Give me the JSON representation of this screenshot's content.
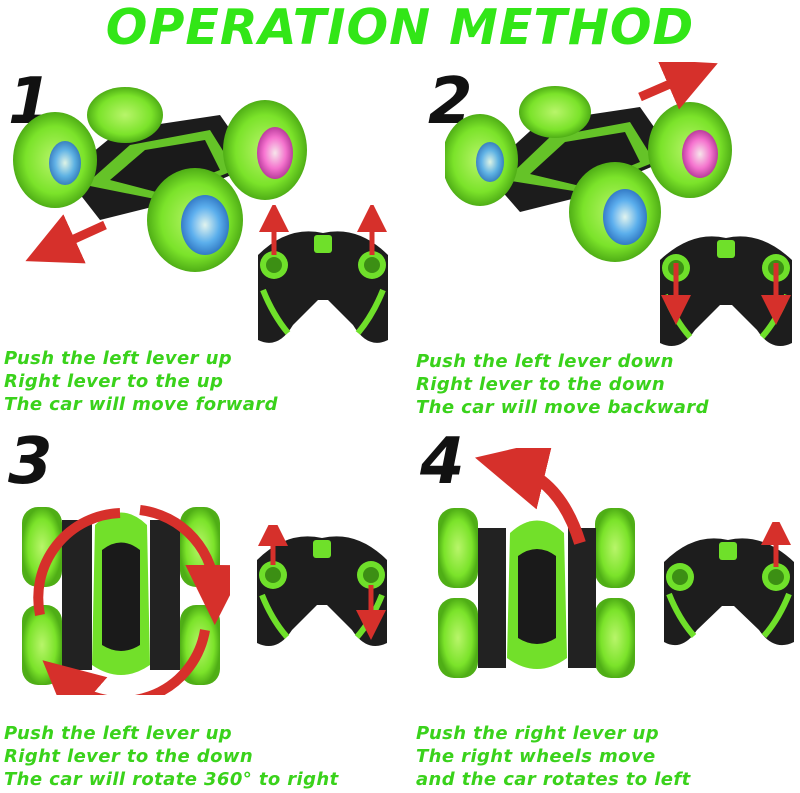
{
  "title": "OPERATION METHOD",
  "colors": {
    "accent_green": "#32e617",
    "caption_green": "#3ad21b",
    "arrow_red": "#d6302b",
    "tire_green": "#7be32a",
    "body_black": "#1c1c1c"
  },
  "steps": [
    {
      "number": "1",
      "lines": [
        "Push the left lever up",
        "Right lever to the up",
        "The car will move forward"
      ]
    },
    {
      "number": "2",
      "lines": [
        "Push the left lever down",
        "Right lever to the down",
        "The car will move backward"
      ]
    },
    {
      "number": "3",
      "lines": [
        "Push the left lever up",
        "Right lever to the down",
        "The car will rotate 360° to right"
      ]
    },
    {
      "number": "4",
      "lines": [
        "Push the right lever up",
        "The right wheels move",
        "and the car rotates to left"
      ]
    }
  ]
}
